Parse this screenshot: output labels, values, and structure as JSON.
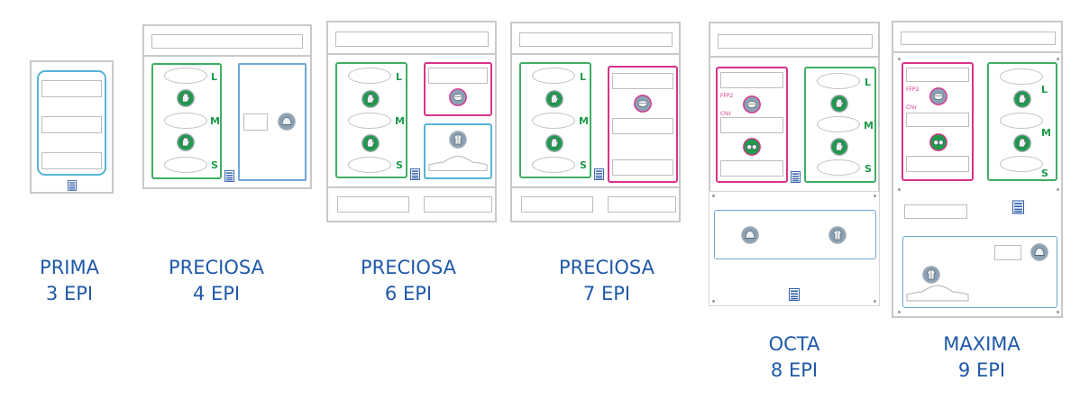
{
  "colors": {
    "caption": "#1e58a8",
    "frame": "#c9c9c9",
    "green_panel": "#3fae62",
    "magenta_panel": "#d6338c",
    "blue_panel": "#6fa6d8",
    "teal_panel": "#55b4d4",
    "icon_green_fill": "#1f9a4c",
    "icon_grey_fill": "#8aa0b4",
    "dispenser": "#2f5ea8",
    "size_letter": "#1f9a4c",
    "mini_text": "#d6338c"
  },
  "icons": {
    "glove": "glove-icon",
    "mask": "mask-icon",
    "gown": "gown-icon",
    "glasses": "glasses-icon",
    "cap": "cap-icon",
    "dispenser": "dispenser-icon"
  },
  "models": [
    {
      "name": "PRIMA",
      "count": "3 EPI"
    },
    {
      "name": "PRECIOSA",
      "count": "4 EPI"
    },
    {
      "name": "PRECIOSA",
      "count": "6 EPI"
    },
    {
      "name": "PRECIOSA",
      "count": "7 EPI"
    },
    {
      "name": "OCTA",
      "count": "8 EPI"
    },
    {
      "name": "MAXIMA",
      "count": "9 EPI"
    }
  ],
  "size_labels": {
    "large": "L",
    "medium": "M",
    "small": "S"
  },
  "mask_labels": {
    "ffp2": "FFP2",
    "chir": "Chir"
  }
}
